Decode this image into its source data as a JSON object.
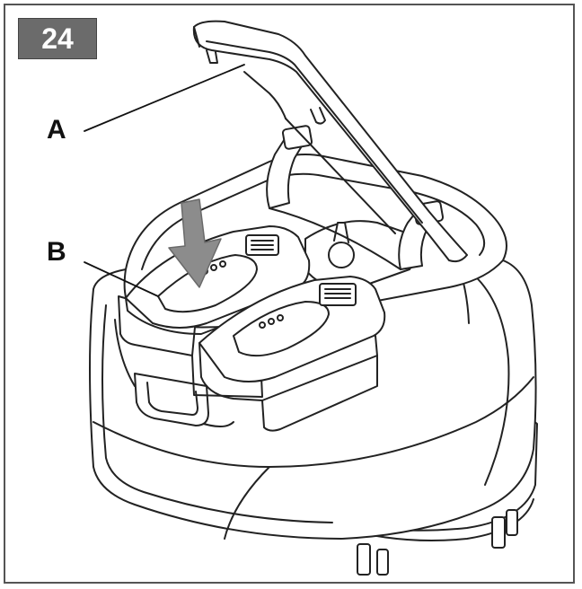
{
  "step": {
    "number": "24"
  },
  "callouts": {
    "a": "A",
    "b": "B"
  },
  "colors": {
    "badge_fill": "#6b6b6b",
    "frame_border": "#555555",
    "arrow_gray": "#8c8c8c",
    "line_art": "#222222"
  }
}
